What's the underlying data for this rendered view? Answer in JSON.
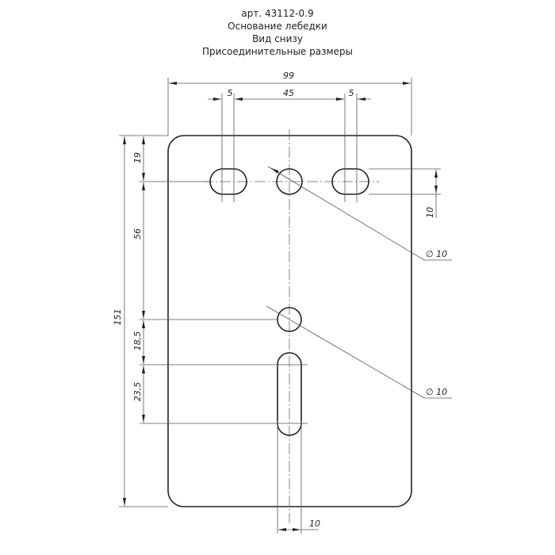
{
  "title": {
    "article": "арт. 43112-0.9",
    "name": "Основание лебедки",
    "view": "Вид снизу",
    "subtitle": "Присоединительные размеры"
  },
  "dimensions": {
    "overall_width": "99",
    "slot_width_left": "5",
    "slot_spacing": "45",
    "slot_width_right": "5",
    "overall_height": "151",
    "top_offset": "19",
    "hole_spacing": "56",
    "slot_offset": "18,5",
    "slot_length": "23,5",
    "slot_height": "10",
    "hole_diameter_top": "∅ 10",
    "hole_diameter_middle": "∅ 10",
    "bottom_slot_width": "10"
  }
}
